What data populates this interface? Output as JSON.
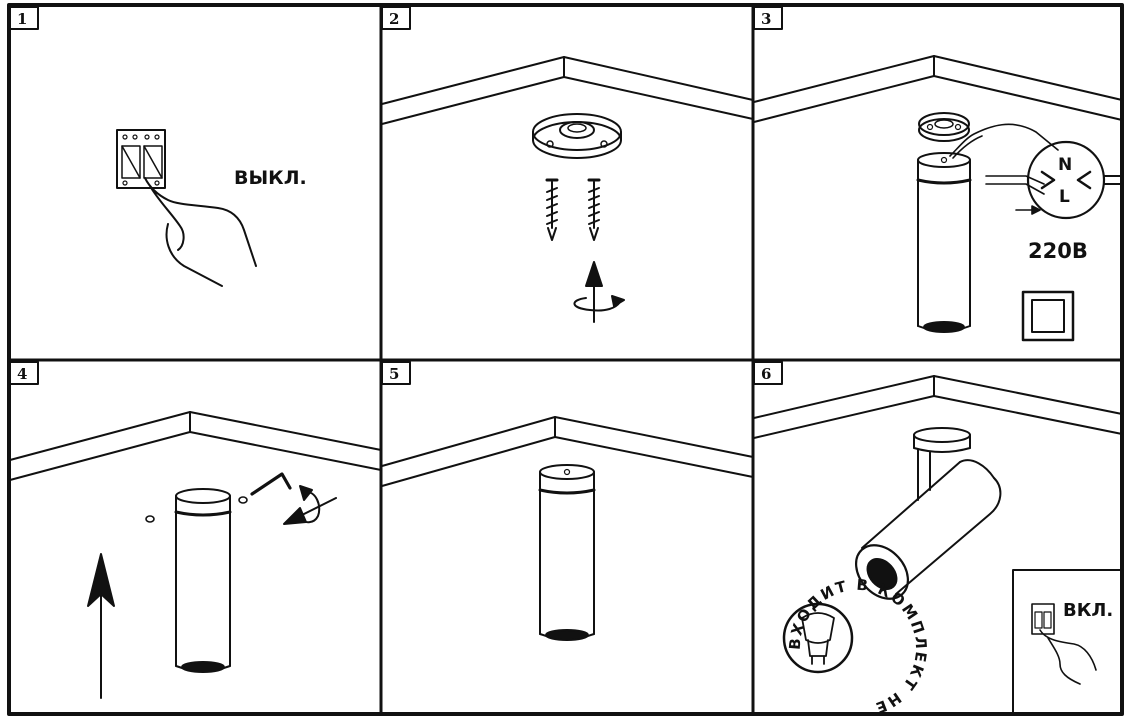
{
  "panels": [
    {
      "number": "1",
      "label": "ВЫКЛ."
    },
    {
      "number": "2"
    },
    {
      "number": "3",
      "phase_n": "N",
      "phase_l": "L",
      "voltage": "220В"
    },
    {
      "number": "4"
    },
    {
      "number": "5"
    },
    {
      "number": "6",
      "label": "ВКЛ.",
      "notice": "ВХОДИТ В КОМПЛЕКТ НЕ"
    }
  ],
  "colors": {
    "ink": "#111111",
    "paper": "#ffffff"
  }
}
